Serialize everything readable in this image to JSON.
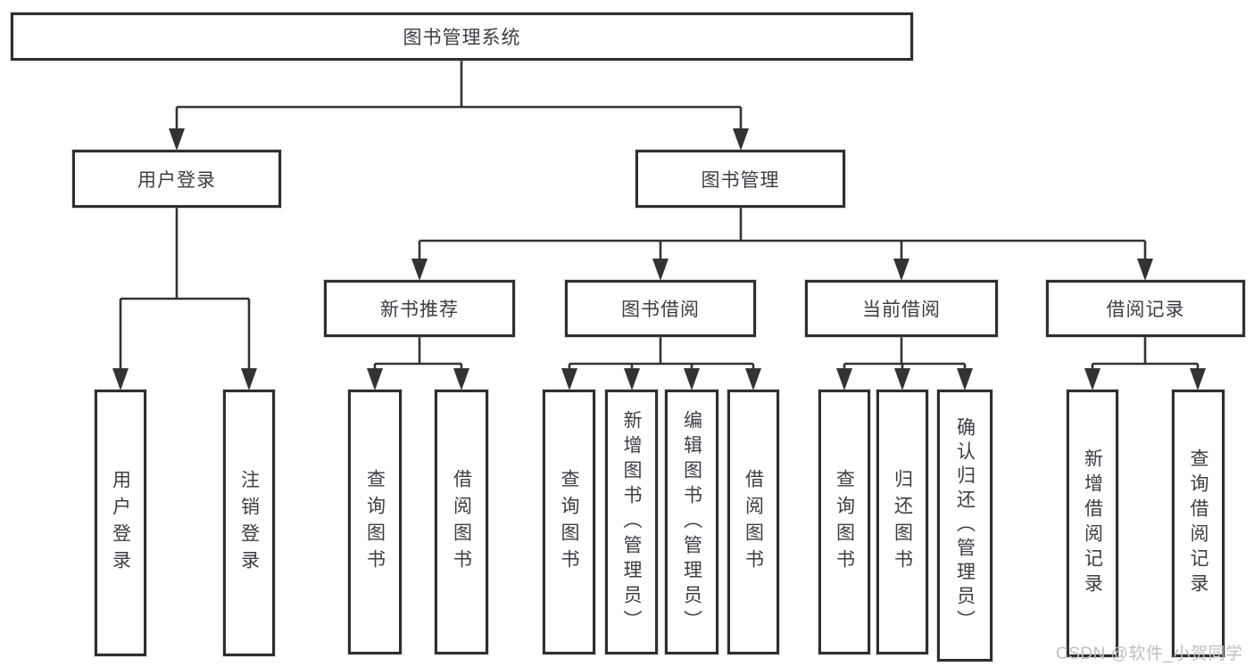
{
  "diagram_title": "图书管理系统",
  "colors": {
    "line": "#333333",
    "box_border": "#2f2f2f",
    "text": "#3d3d44",
    "background": "#ffffff",
    "watermark": "#bcc0c4"
  },
  "root": {
    "label": "图书管理系统"
  },
  "level2": [
    {
      "label": "用户登录",
      "parent": "图书管理系统"
    },
    {
      "label": "图书管理",
      "parent": "图书管理系统"
    }
  ],
  "level3": [
    {
      "label": "新书推荐",
      "parent": "图书管理"
    },
    {
      "label": "图书借阅",
      "parent": "图书管理"
    },
    {
      "label": "当前借阅",
      "parent": "图书管理"
    },
    {
      "label": "借阅记录",
      "parent": "图书管理"
    }
  ],
  "leaves": [
    {
      "label": "用户登录",
      "parent": "用户登录"
    },
    {
      "label": "注销登录",
      "parent": "用户登录"
    },
    {
      "label": "查询图书",
      "parent": "新书推荐"
    },
    {
      "label": "借阅图书",
      "parent": "新书推荐"
    },
    {
      "label": "查询图书",
      "parent": "图书借阅"
    },
    {
      "label": "新增图书（管理员）",
      "parent": "图书借阅"
    },
    {
      "label": "编辑图书（管理员）",
      "parent": "图书借阅"
    },
    {
      "label": "借阅图书",
      "parent": "图书借阅"
    },
    {
      "label": "查询图书",
      "parent": "当前借阅"
    },
    {
      "label": "归还图书",
      "parent": "当前借阅"
    },
    {
      "label": "确认归还（管理员）",
      "parent": "当前借阅"
    },
    {
      "label": "新增借阅记录",
      "parent": "借阅记录"
    },
    {
      "label": "查询借阅记录",
      "parent": "借阅记录"
    }
  ],
  "watermark": {
    "text": "CSDN @软件_小贺同学"
  }
}
